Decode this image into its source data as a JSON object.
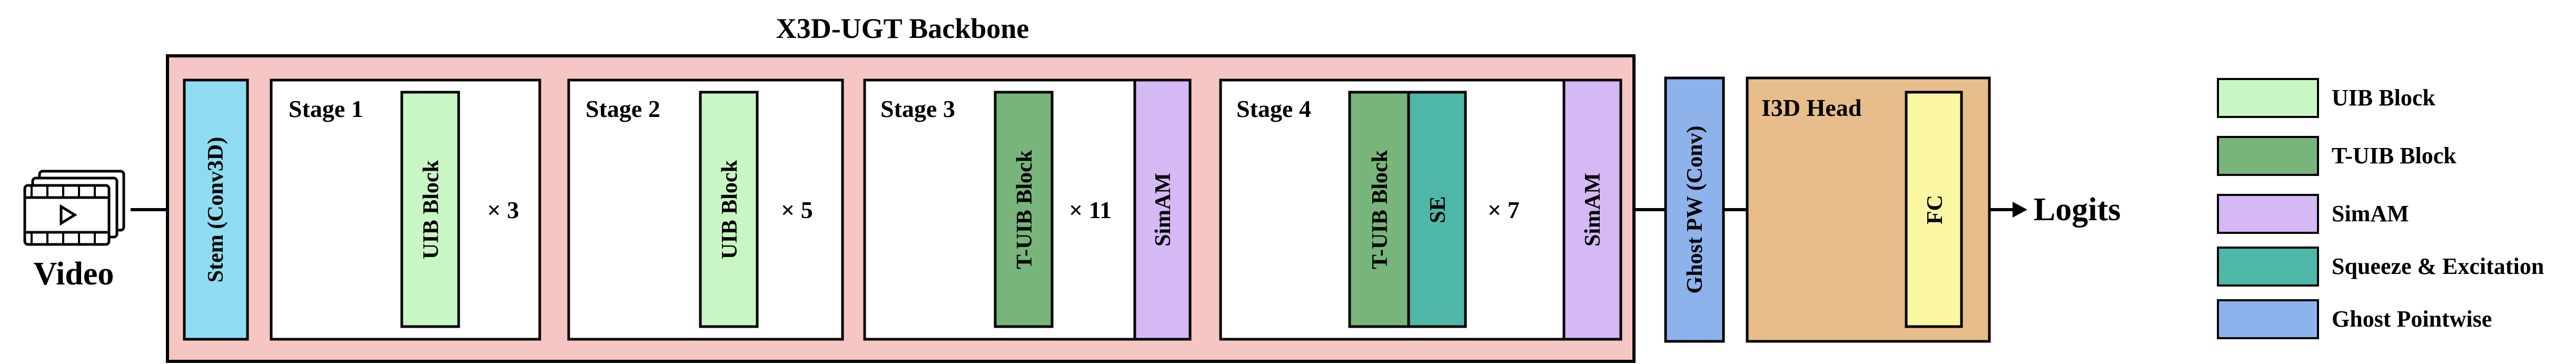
{
  "title": "X3D-UGT Backbone",
  "input_label": "Video",
  "output_label": "Logits",
  "stem": {
    "label": "Stem (Conv3D)"
  },
  "stages": [
    {
      "title": "Stage 1",
      "blocks": [
        "UIB Block"
      ],
      "repeat": "× 3"
    },
    {
      "title": "Stage 2",
      "blocks": [
        "UIB Block"
      ],
      "repeat": "× 5"
    },
    {
      "title": "Stage 3",
      "blocks": [
        "T-UIB Block"
      ],
      "repeat": "× 11",
      "attention": "SimAM"
    },
    {
      "title": "Stage 4",
      "blocks": [
        "T-UIB Block",
        "SE"
      ],
      "repeat": "× 7",
      "attention": "SimAM"
    }
  ],
  "ghost_pw": {
    "label": "Ghost PW (Conv)"
  },
  "head": {
    "title": "I3D Head",
    "fc_label": "FC"
  },
  "legend": [
    {
      "label": "UIB Block",
      "color": "#c8f7c5"
    },
    {
      "label": "T-UIB Block",
      "color": "#78b57a"
    },
    {
      "label": "SimAM",
      "color": "#d4b9f5"
    },
    {
      "label": "Squeeze & Excitation",
      "color": "#4fb7a8"
    },
    {
      "label": "Ghost Pointwise",
      "color": "#8eb2ec"
    }
  ],
  "colors": {
    "backbone_bg": "#f5c6c4",
    "stem": "#8fdcf0",
    "uib": "#c8f7c5",
    "tuib": "#78b57a",
    "simam": "#d4b9f5",
    "se": "#4fb7a8",
    "ghost": "#8eb2ec",
    "head_bg": "#e8bd8c",
    "fc": "#faf6a2"
  }
}
